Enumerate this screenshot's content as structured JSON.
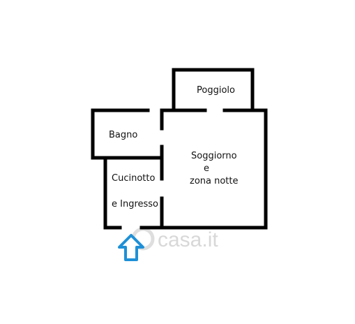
{
  "rooms": {
    "poggiolo": "Poggiolo",
    "bagno": "Bagno",
    "soggiorno_line1": "Soggiorno",
    "soggiorno_line2": "e",
    "soggiorno_line3": "zona notte",
    "cucinotto_line1": "Cucinotto",
    "cucinotto_line2": "e Ingresso"
  },
  "watermark": {
    "text": "casa.it"
  },
  "entrance": {
    "icon": "up-arrow-icon",
    "color": "#1e90d6"
  },
  "colors": {
    "walls": "#000000",
    "background": "#ffffff"
  }
}
